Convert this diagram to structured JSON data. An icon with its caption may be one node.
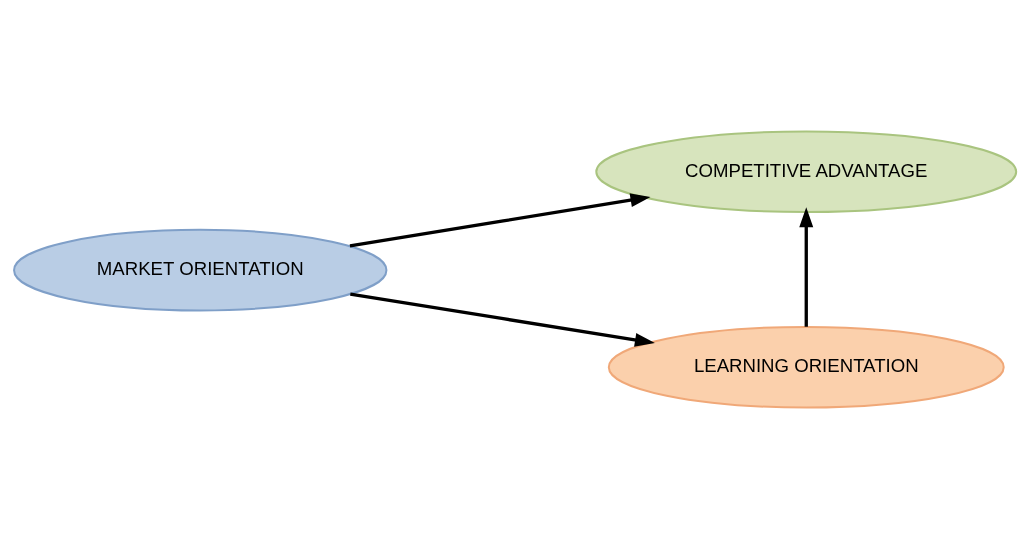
{
  "diagram": {
    "nodes": [
      {
        "text": [
          "MARKET ORIENTATION"
        ]
      },
      {
        "text": [
          "COMPETITIVE ADVANTAGE"
        ]
      },
      {
        "text": [
          "LEARNING ORIENTATION"
        ]
      }
    ],
    "edges": [
      {
        "from": 0,
        "to": 1,
        "arrow": "to"
      },
      {
        "from": 0,
        "to": 2,
        "arrow": "to"
      },
      {
        "from": 2,
        "to": 1,
        "arrow": "to"
      }
    ]
  }
}
